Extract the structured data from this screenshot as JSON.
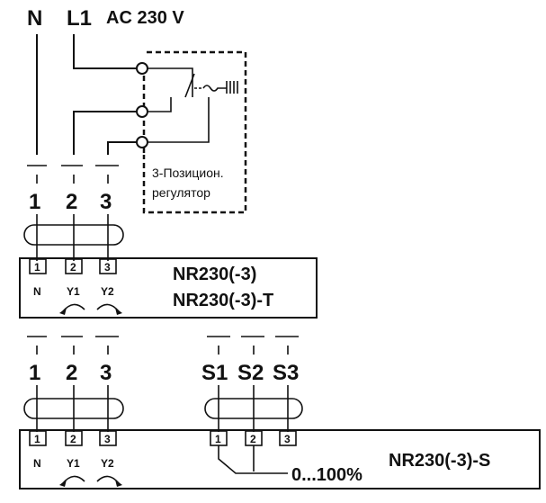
{
  "supply": {
    "n_label": "N",
    "l1_label": "L1",
    "voltage_label": "AC 230 V"
  },
  "controller": {
    "line1": "3-Позицион.",
    "line2": "регулятор"
  },
  "top_device": {
    "terminal_numbers": [
      "1",
      "2",
      "3"
    ],
    "box_terminals": [
      "1",
      "2",
      "3"
    ],
    "terminal_functions": [
      "N",
      "Y1",
      "Y2"
    ],
    "model_line1": "NR230(-3)",
    "model_line2": "NR230(-3)-T"
  },
  "bottom_device": {
    "terminal_numbers": [
      "1",
      "2",
      "3"
    ],
    "box_terminals": [
      "1",
      "2",
      "3"
    ],
    "terminal_functions": [
      "N",
      "Y1",
      "Y2"
    ],
    "aux_numbers": [
      "S1",
      "S2",
      "S3"
    ],
    "aux_box_terminals": [
      "1",
      "2",
      "3"
    ],
    "feedback_label": "0...100%",
    "model": "NR230(-3)-S"
  }
}
